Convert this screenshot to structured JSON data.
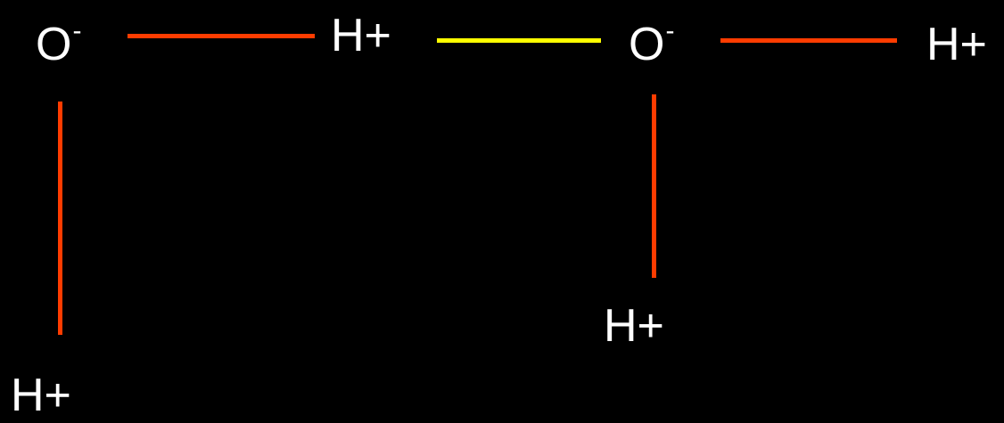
{
  "atoms": {
    "o_left": {
      "symbol": "O",
      "charge": "-"
    },
    "h_top": {
      "symbol": "H+"
    },
    "o_right": {
      "symbol": "O",
      "charge": "-"
    },
    "h_right": {
      "symbol": "H+"
    },
    "h_bottom_left": {
      "symbol": "H+"
    },
    "h_bottom_mid": {
      "symbol": "H+"
    }
  },
  "colors": {
    "background": "#000000",
    "text": "#ffffff",
    "covalent_bond": "#ff3c00",
    "hydrogen_bond": "#ffff00"
  }
}
